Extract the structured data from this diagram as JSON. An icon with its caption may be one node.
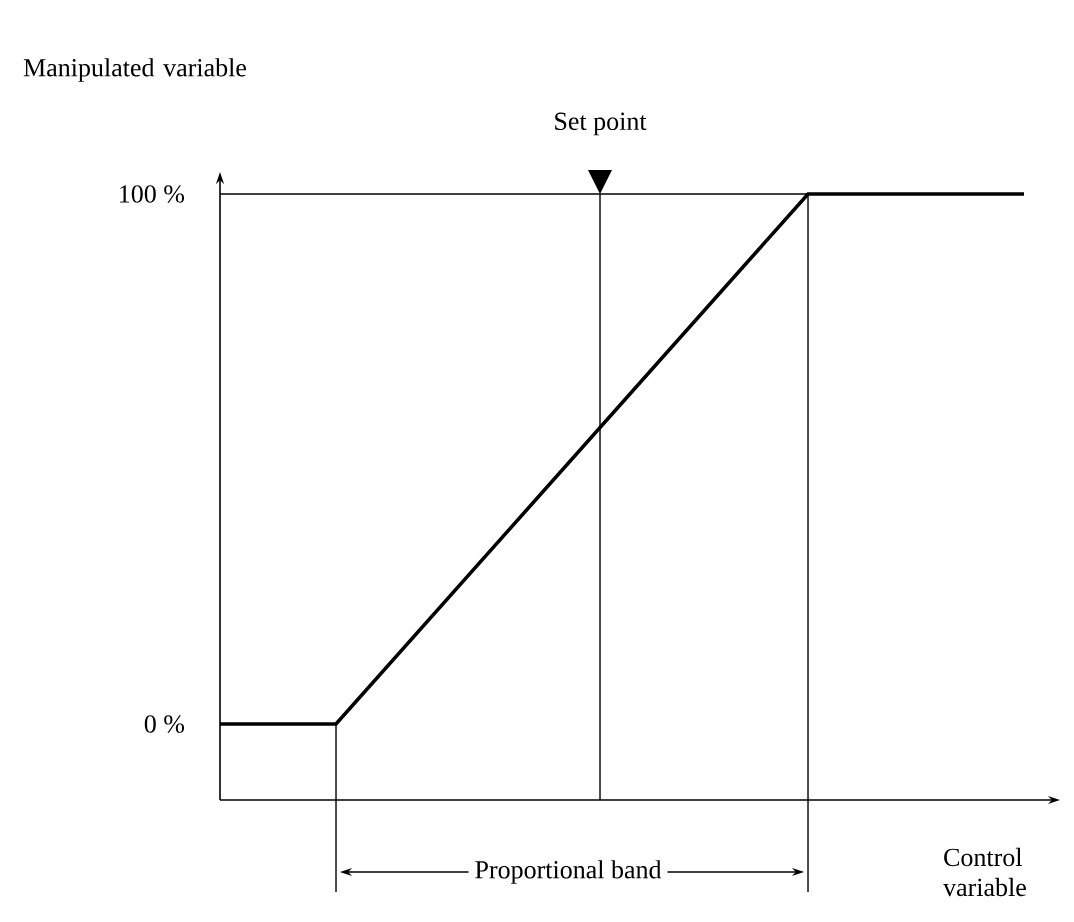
{
  "diagram": {
    "labels": [
      "Manipulated variable",
      "Set point",
      "100 %",
      "0 %",
      "Proportional band",
      "Control variable"
    ]
  }
}
